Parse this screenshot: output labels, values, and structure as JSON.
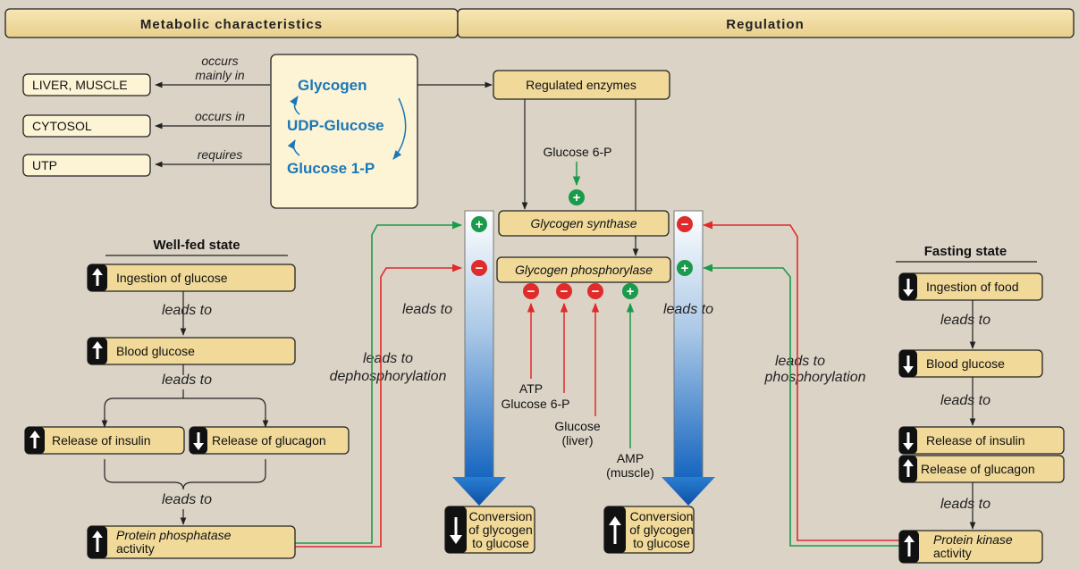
{
  "headers": {
    "metabolic": "Metabolic characteristics",
    "regulation": "Regulation"
  },
  "locations": [
    "LIVER, MUSCLE",
    "CYTOSOL",
    "UTP"
  ],
  "relations": {
    "occurs_mainly_1": "occurs",
    "occurs_mainly_2": "mainly in",
    "occurs_in": "occurs in",
    "requires": "requires"
  },
  "pathway": {
    "glycogen": "Glycogen",
    "udp": "UDP-Glucose",
    "g1p": "Glucose 1-P"
  },
  "enzymes": {
    "regulated": "Regulated enzymes",
    "synthase": "Glycogen synthase",
    "phosphorylase": "Glycogen phosphorylase"
  },
  "effectors": {
    "g6p_top": "Glucose 6-P",
    "atp": "ATP",
    "g6p": "Glucose 6-P",
    "glucose_1": "Glucose",
    "glucose_2": "(liver)",
    "amp_1": "AMP",
    "amp_2": "(muscle)"
  },
  "signs": {
    "plus": "+",
    "minus": "−"
  },
  "well_fed": {
    "title": "Well-fed state",
    "ingestion": "Ingestion of glucose",
    "blood": "Blood glucose",
    "insulin": "Release of insulin",
    "glucagon": "Release of glucagon",
    "phosphatase_1": "Protein phosphatase",
    "phosphatase_2": "activity",
    "leads_to": "leads to"
  },
  "fasting": {
    "title": "Fasting state",
    "ingestion": "Ingestion of food",
    "blood": "Blood glucose",
    "insulin": "Release of insulin",
    "glucagon": "Release of glucagon",
    "kinase_1": "Protein kinase",
    "kinase_2": "activity",
    "leads_to": "leads to"
  },
  "center": {
    "leads_to": "leads to",
    "dephos_1": "leads to",
    "dephos_2": "dephosphorylation",
    "phos_1": "leads to",
    "phos_2": "phosphorylation",
    "conv_1": "Conversion",
    "conv_2": "of glycogen",
    "conv_3": "to glucose"
  },
  "colors": {
    "background": "#dbd3c6",
    "box": "#f0d999",
    "pale_box": "#fdf4d6",
    "green": "#1a9a4a",
    "red": "#e02b2b",
    "blue": "#1a77b8"
  }
}
